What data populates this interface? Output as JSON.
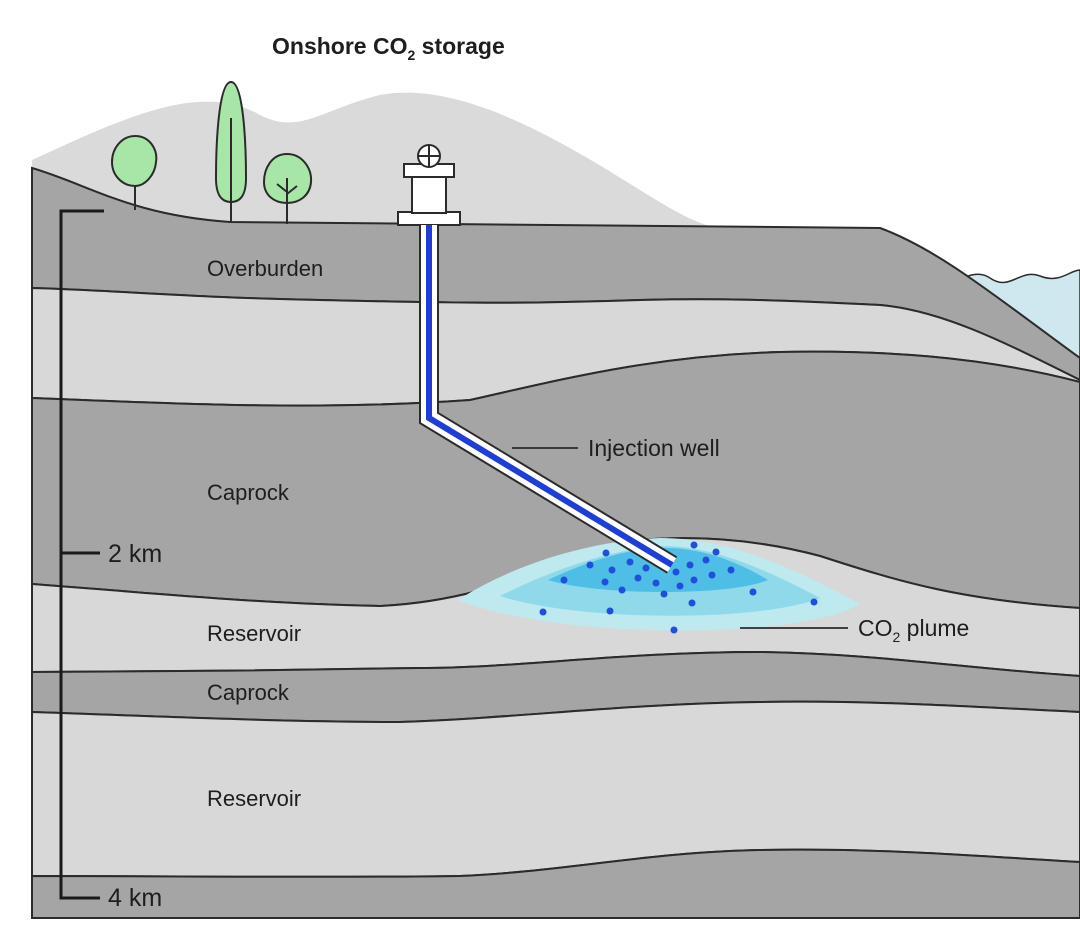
{
  "title": {
    "text": "Onshore CO",
    "sub": "2",
    "rest": " storage"
  },
  "layers": {
    "overburden": "Overburden",
    "caprock_upper": "Caprock",
    "reservoir_upper": "Reservoir",
    "caprock_lower": "Caprock",
    "reservoir_lower": "Reservoir"
  },
  "callouts": {
    "injection_well": "Injection well",
    "plume": {
      "text": "CO",
      "sub": "2",
      "rest": " plume"
    }
  },
  "scale": {
    "mid": "2 km",
    "bottom": "4 km"
  },
  "colors": {
    "hill": "#dadada",
    "dark_layer": "#a5a5a5",
    "light_layer": "#d8d8d8",
    "sea": "#cfe8ef",
    "tree_fill": "#a8e6a8",
    "well_pipe": "#1f3ed8",
    "plume_outer": "#bde9ef",
    "plume_mid": "#8fd9ea",
    "plume_inner": "#4ebee6",
    "bubble": "#1f4fdc"
  }
}
